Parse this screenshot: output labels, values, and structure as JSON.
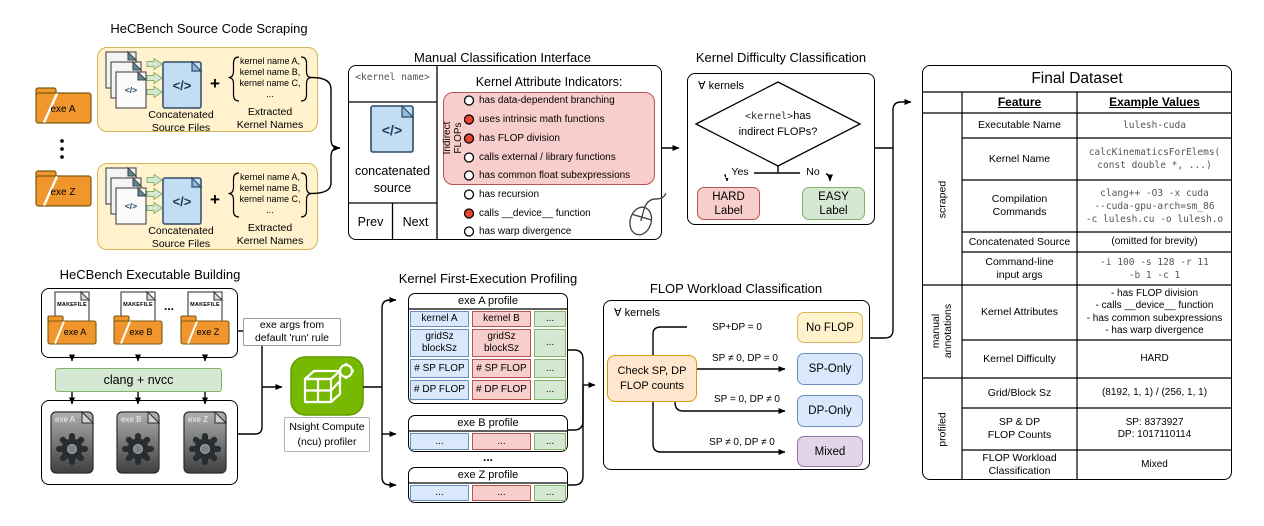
{
  "scraping": {
    "title": "HeCBench Source Code Scraping",
    "folder_top": "exe A",
    "folder_bottom": "exe Z",
    "group": {
      "code_glyph": "</>",
      "concatenated_label": [
        "Concatenated",
        "Source Files"
      ],
      "plus": "+",
      "kernel_names": [
        "kernel name A,",
        "kernel name B,",
        "kernel name C,",
        "..."
      ],
      "extracted_label": [
        "Extracted",
        "Kernel Names"
      ]
    }
  },
  "mci": {
    "title": "Manual Classification Interface",
    "kernel_name_placeholder": "<kernel name>",
    "code_glyph": "</>",
    "source_label": [
      "concatenated",
      "source"
    ],
    "prev": "Prev",
    "next": "Next",
    "indicators_title": "Kernel Attribute Indicators:",
    "indirect_group_label": "Indirect FLOPs",
    "indicators": [
      {
        "label": "has data-dependent branching",
        "state": "off"
      },
      {
        "label": "uses intrinsic math functions",
        "state": "on"
      },
      {
        "label": "has FLOP division",
        "state": "on"
      },
      {
        "label": "calls external / library functions",
        "state": "off"
      },
      {
        "label": "has common float subexpressions",
        "state": "off"
      },
      {
        "label": "has recursion",
        "state": "off"
      },
      {
        "label": "calls __device__ function",
        "state": "on"
      },
      {
        "label": "has warp divergence",
        "state": "off"
      }
    ]
  },
  "difficulty": {
    "title": "Kernel Difficulty Classification",
    "forall": "∀ kernels",
    "question_kernel": "<kernel>",
    "question_rest": " has",
    "question_line2": "indirect FLOPs?",
    "yes": "Yes",
    "no": "No",
    "hard": [
      "HARD",
      "Label"
    ],
    "easy": [
      "EASY",
      "Label"
    ]
  },
  "dataset": {
    "title": "Final Dataset",
    "feature_header": "Feature",
    "values_header": "Example Values",
    "groups": [
      "scraped",
      "manual\nannotations",
      "profiled"
    ],
    "rows": [
      {
        "feature": "Executable Name",
        "value": "lulesh-cuda",
        "mono": true
      },
      {
        "feature": "Kernel Name",
        "value": [
          "calcKinematicsForElems(",
          "const double *, ...)"
        ],
        "mono": true
      },
      {
        "feature": [
          "Compilation",
          "Commands"
        ],
        "value": [
          "clang++ -O3 -x cuda",
          "--cuda-gpu-arch=sm_86",
          "-c lulesh.cu -o lulesh.o"
        ],
        "mono": true
      },
      {
        "feature": "Concatenated Source",
        "value": "(omitted for brevity)",
        "mono": false
      },
      {
        "feature": [
          "Command-line",
          "input args"
        ],
        "value": [
          "-i 100 -s 128 -r 11",
          "-b 1 -c 1"
        ],
        "mono": true
      },
      {
        "feature": "Kernel Attributes",
        "value": [
          "- has FLOP division",
          "- calls __device__ function",
          "- has common subexpressions",
          "- has warp divergence"
        ],
        "mono": false
      },
      {
        "feature": "Kernel Difficulty",
        "value": "HARD",
        "mono": false
      },
      {
        "feature": "Grid/Block Sz",
        "value": "(8192, 1, 1) / (256, 1, 1)",
        "mono": false
      },
      {
        "feature": [
          "SP & DP",
          "FLOP Counts"
        ],
        "value": [
          "SP: 8373927",
          "DP: 1017110114"
        ],
        "mono": false
      },
      {
        "feature": [
          "FLOP Workload",
          "Classification"
        ],
        "value": "Mixed",
        "mono": false
      }
    ]
  },
  "building": {
    "title": "HeCBench Executable Building",
    "makefile_label": "MAKEFILE",
    "folders": [
      "exe A",
      "exe B",
      "exe Z"
    ],
    "dots": "...",
    "args_note": [
      "exe args from",
      "default 'run' rule"
    ],
    "compiler": "clang + nvcc",
    "executables": [
      "exe A",
      "exe B",
      "exe Z"
    ]
  },
  "profiler": {
    "label": [
      "Nsight Compute",
      "(ncu) profiler"
    ]
  },
  "profiling": {
    "title": "Kernel First-Execution Profiling",
    "exe_a": {
      "title": "exe A profile",
      "kernels": [
        "kernel A",
        "kernel B",
        "..."
      ],
      "grid": [
        "gridSz\nblockSz",
        "gridSz\nblockSz",
        "..."
      ],
      "sp": [
        "# SP FLOP",
        "# SP FLOP",
        "..."
      ],
      "dp": [
        "# DP FLOP",
        "# DP FLOP",
        "..."
      ]
    },
    "exe_b": {
      "title": "exe B profile",
      "cells": [
        "...",
        "...",
        "..."
      ]
    },
    "between_dots": "...",
    "exe_z": {
      "title": "exe Z profile",
      "cells": [
        "...",
        "...",
        "..."
      ]
    }
  },
  "flop": {
    "title": "FLOP Workload Classification",
    "forall": "∀ kernels",
    "check": [
      "Check SP, DP",
      "FLOP counts"
    ],
    "branches": [
      {
        "condition": "SP+DP = 0",
        "result": "No FLOP"
      },
      {
        "condition": "SP ≠ 0, DP = 0",
        "result": "SP-Only"
      },
      {
        "condition": "SP = 0, DP ≠ 0",
        "result": "DP-Only"
      },
      {
        "condition": "SP ≠ 0, DP ≠ 0",
        "result": "Mixed"
      }
    ]
  },
  "palette": {
    "yellow_fill": "#FFF2CC",
    "yellow_stroke": "#D6B656",
    "red_fill": "#F8CECC",
    "red_stroke": "#B85450",
    "green_fill": "#D5E8D4",
    "green_stroke": "#82B366",
    "blue_fill": "#DAE8FC",
    "blue_stroke": "#6C8EBF",
    "purple_fill": "#E1D5E7",
    "purple_stroke": "#9673A6",
    "check_fill": "#FFE6CC",
    "check_stroke": "#D79B00",
    "folder_orange": "#F0962C",
    "nvidia_green": "#76B900",
    "indicator_on": "#E8452C"
  }
}
